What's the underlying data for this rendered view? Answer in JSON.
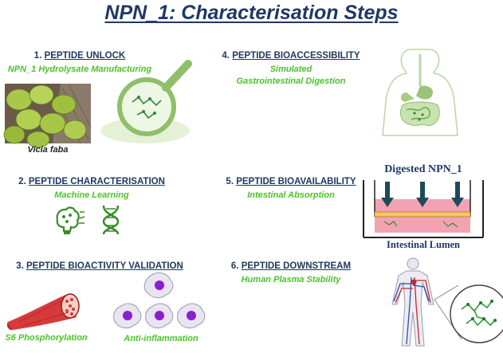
{
  "title": "NPN_1: Characterisation Steps",
  "steps": [
    {
      "number": "1.",
      "heading": "PEPTIDE UNLOCK",
      "subtitle": "NPN_1 Hydrolysate Manufacturing",
      "caption": "Vicia faba"
    },
    {
      "number": "2.",
      "heading": "PEPTIDE CHARACTERISATION",
      "subtitle": "Machine Learning"
    },
    {
      "number": "3.",
      "heading": "PEPTIDE BIOACTIVITY VALIDATION",
      "captions": [
        "S6 Phosphorylation",
        "Anti-inflammation"
      ]
    },
    {
      "number": "4.",
      "heading": "PEPTIDE BIOACCESSIBILITY",
      "subtitle_lines": [
        "Simulated",
        "Gastrointestinal Digestion"
      ]
    },
    {
      "number": "5.",
      "heading": "PEPTIDE BIOAVAILABILITY",
      "subtitle": "Intestinal Absorption",
      "diagram_top": "Digested NPN_1",
      "diagram_bottom": "Intestinal Lumen"
    },
    {
      "number": "6.",
      "heading": "PEPTIDE DOWNSTREAM",
      "subtitle": "Human Plasma Stability"
    }
  ],
  "icons": {
    "beans": "fava-beans-photo",
    "magnifier": "magnifying-glass-icon",
    "brain": "brain-network-icon",
    "dna": "dna-icon",
    "muscle": "muscle-fiber-icon",
    "cells": "immune-cell-icon",
    "digestive": "digestive-system-icon",
    "transwell": "transwell-diagram",
    "body": "circulatory-system-icon",
    "peptide": "peptide-structure-icon"
  },
  "colors": {
    "title": "#1f3864",
    "subtitle": "#4cc22a",
    "cell": "#8b1fd0",
    "muscle": "#d63a3a",
    "transwell_fill": "#f3a2b3"
  }
}
